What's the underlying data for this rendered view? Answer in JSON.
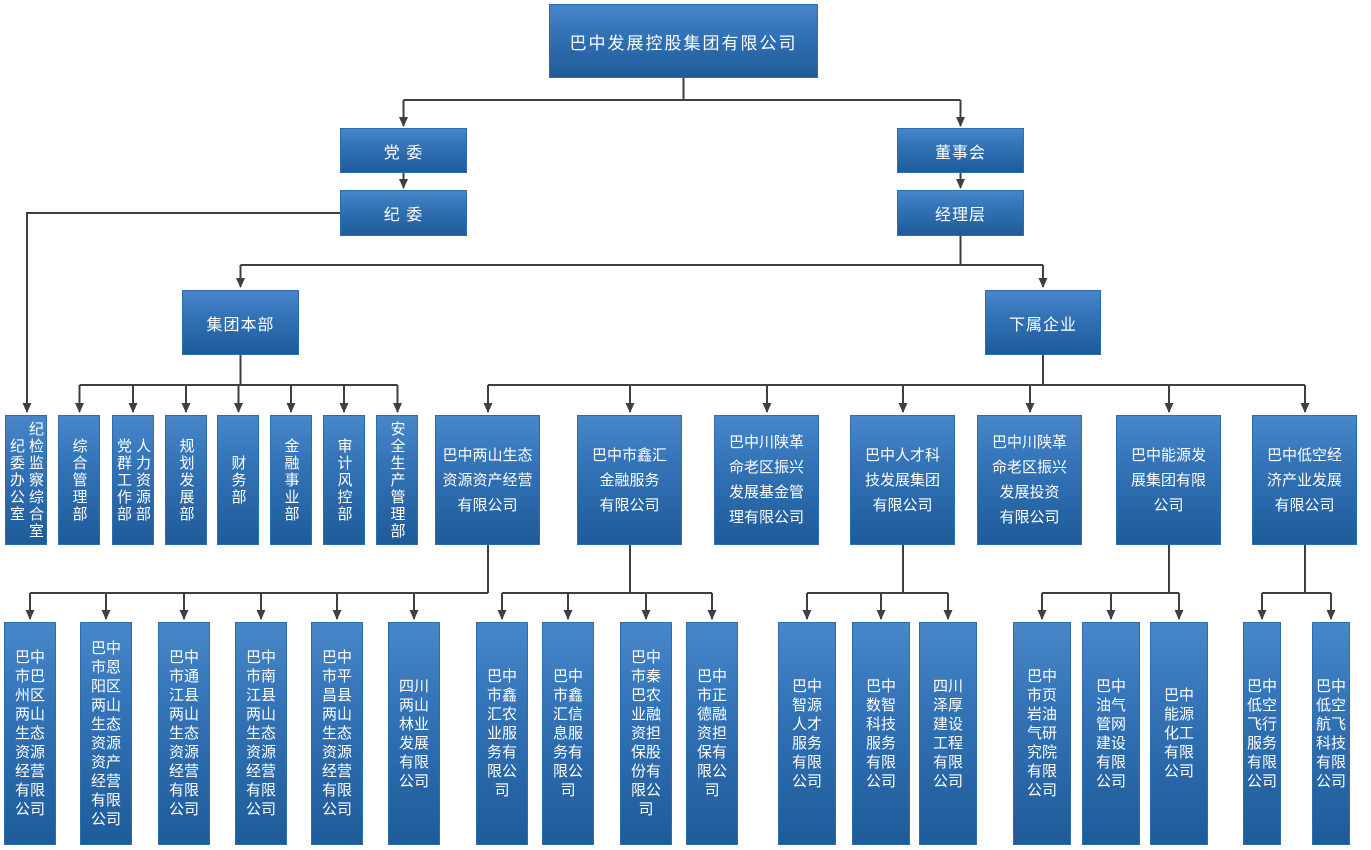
{
  "org": {
    "root": "巴中发展控股集团有限公司",
    "governance": {
      "party_committee": "党 委",
      "discipline_committee": "纪 委",
      "board_of_directors": "董事会",
      "management_layer": "经理层"
    },
    "branches": {
      "group_headquarters": "集团本部",
      "subsidiaries": "下属企业"
    },
    "departments": [
      "纪检监察综合室\n纪委办公室",
      "综合管理部",
      "人力资源部\n党群工作部",
      "规划发展部",
      "财务部",
      "金融事业部",
      "审计风控部",
      "安全生产管理部"
    ],
    "subsidiary_companies": [
      "巴中两山生态\n资源资产经营\n有限公司",
      "巴中市鑫汇\n金融服务\n有限公司",
      "巴中川陕革\n命老区振兴\n发展基金管\n理有限公司",
      "巴中人才科\n技发展集团\n有限公司",
      "巴中川陕革\n命老区振兴\n发展投资\n有限公司",
      "巴中能源发\n展集团有限\n公司",
      "巴中低空经\n济产业发展\n有限公司"
    ],
    "sub_subsidiaries": {
      "liangshan_group": [
        "巴中市巴州区两山生态资源经营有限公司",
        "巴中市恩阳区两山生态资源资产经营有限公司",
        "巴中市通江县两山生态资源经营有限公司",
        "巴中市南江县两山生态资源经营有限公司",
        "巴中市平昌县两山生态资源经营有限公司",
        "四川两山林业发展有限公司"
      ],
      "xinhui_group": [
        "巴中市鑫汇农业服务有限公司",
        "巴中市鑫汇信息服务有限公司",
        "巴中市秦巴农业融资担保股份有限公司",
        "巴中市正德融资担保有限公司"
      ],
      "rencai_group": [
        "巴中智源人才服务有限公司",
        "巴中数智科技服务有限公司",
        "四川泽厚建设工程有限公司"
      ],
      "nengyuan_group": [
        "巴中市页岩油气研究院有限公司",
        "巴中油气管网建设有限公司",
        "巴中能源化工有限公司"
      ],
      "dikong_group": [
        "巴中低空飞行服务有限公司",
        "巴中低空航飞科技有限公司"
      ]
    },
    "colors": {
      "box_gradient_top": "#4787c9",
      "box_gradient_bottom": "#1e5b99",
      "box_border": "#2e6cab",
      "connector": "#3f3f3f",
      "text": "#ffffff",
      "background": "#ffffff"
    }
  }
}
